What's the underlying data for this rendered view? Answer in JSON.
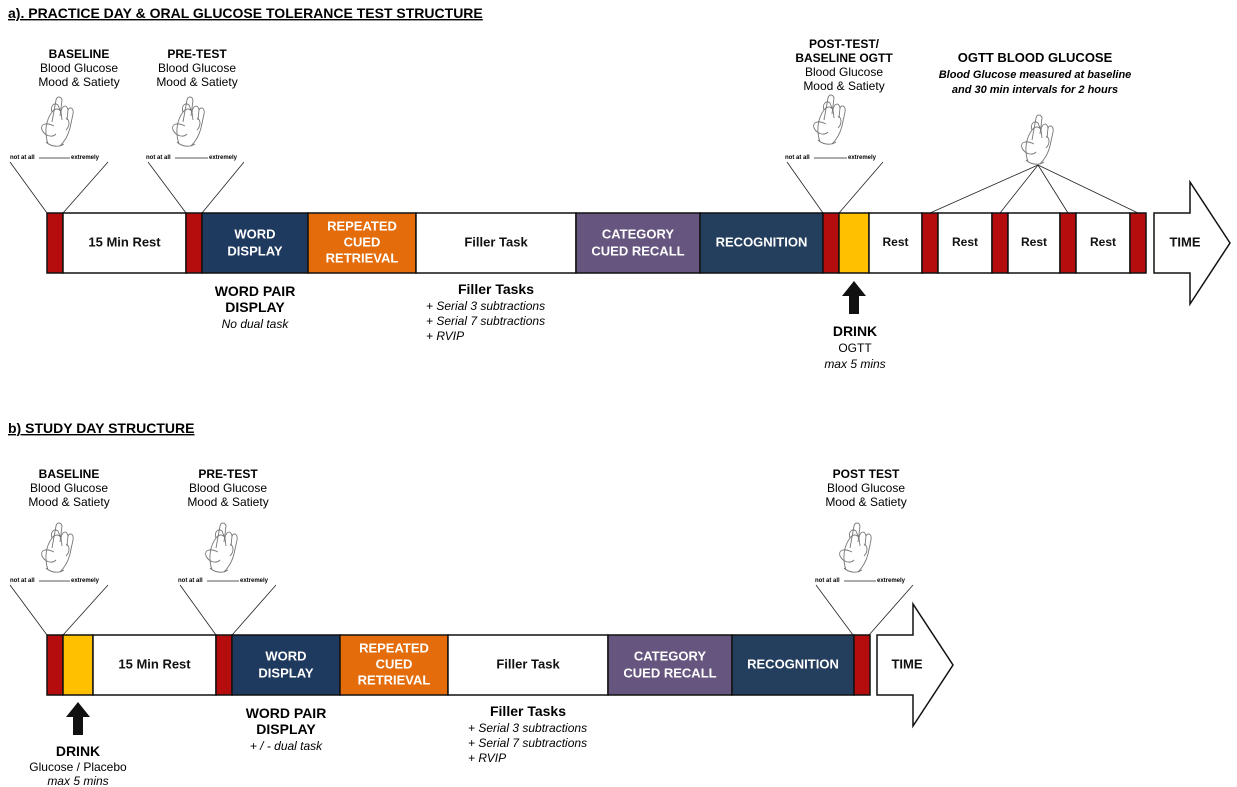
{
  "colors": {
    "blood_sample": "#b50d0d",
    "drink": "#ffc000",
    "word_display": "#1f3a5f",
    "retrieval": "#e46c0a",
    "category": "#65557f",
    "recognition": "#243e5e",
    "rest": "#ffffff"
  },
  "icons": [
    "hand-finger-prick-icon",
    "arrow-up-icon",
    "time-arrow-icon"
  ],
  "panel_a": {
    "title": "a). PRACTICE DAY & ORAL GLUCOSE TOLERANCE TEST STRUCTURE",
    "baseline": {
      "title": "BASELINE",
      "line1": "Blood Glucose",
      "line2": "Mood & Satiety"
    },
    "pretest": {
      "title": "PRE-TEST",
      "line1": "Blood Glucose",
      "line2": "Mood & Satiety"
    },
    "posttest": {
      "title1": "POST-TEST/",
      "title2": "BASELINE OGTT",
      "line1": "Blood Glucose",
      "line2": "Mood & Satiety"
    },
    "ogtt": {
      "title": "OGTT BLOOD GLUCOSE",
      "line1": "Blood Glucose measured at baseline",
      "line2": "and 30 min intervals for 2 hours"
    },
    "scale_low": "not at all",
    "scale_high": "extremely",
    "segments": {
      "rest15": "15 Min Rest",
      "word_display": [
        "WORD",
        "DISPLAY"
      ],
      "retrieval": [
        "REPEATED",
        "CUED",
        "RETRIEVAL"
      ],
      "filler": "Filler Task",
      "category": [
        "CATEGORY",
        "CUED RECALL"
      ],
      "recognition": "RECOGNITION",
      "rest": "Rest"
    },
    "time_label": "TIME",
    "word_pair": {
      "line1": "WORD PAIR",
      "line2": "DISPLAY",
      "note": "No dual task"
    },
    "filler_tasks": {
      "title": "Filler Tasks",
      "items": [
        "+ Serial 3 subtractions",
        "+ Serial 7 subtractions",
        "+ RVIP"
      ]
    },
    "drink": {
      "title": "DRINK",
      "line1": "OGTT",
      "note": "max 5 mins"
    }
  },
  "panel_b": {
    "title": "b) STUDY DAY STRUCTURE",
    "baseline": {
      "title": "BASELINE",
      "line1": "Blood Glucose",
      "line2": "Mood & Satiety"
    },
    "pretest": {
      "title": "PRE-TEST",
      "line1": "Blood Glucose",
      "line2": "Mood & Satiety"
    },
    "posttest": {
      "title": "POST TEST",
      "line1": "Blood Glucose",
      "line2": "Mood & Satiety"
    },
    "scale_low": "not at all",
    "scale_high": "extremely",
    "segments": {
      "rest15": "15 Min Rest",
      "word_display": [
        "WORD",
        "DISPLAY"
      ],
      "retrieval": [
        "REPEATED",
        "CUED",
        "RETRIEVAL"
      ],
      "filler": "Filler Task",
      "category": [
        "CATEGORY",
        "CUED RECALL"
      ],
      "recognition": "RECOGNITION"
    },
    "time_label": "TIME",
    "word_pair": {
      "line1": "WORD PAIR",
      "line2": "DISPLAY",
      "note": "+ / -  dual task"
    },
    "filler_tasks": {
      "title": "Filler Tasks",
      "items": [
        "+ Serial 3 subtractions",
        "+ Serial 7 subtractions",
        "+ RVIP"
      ]
    },
    "drink": {
      "title": "DRINK",
      "line1": "Glucose / Placebo",
      "note": "max 5 mins"
    }
  }
}
